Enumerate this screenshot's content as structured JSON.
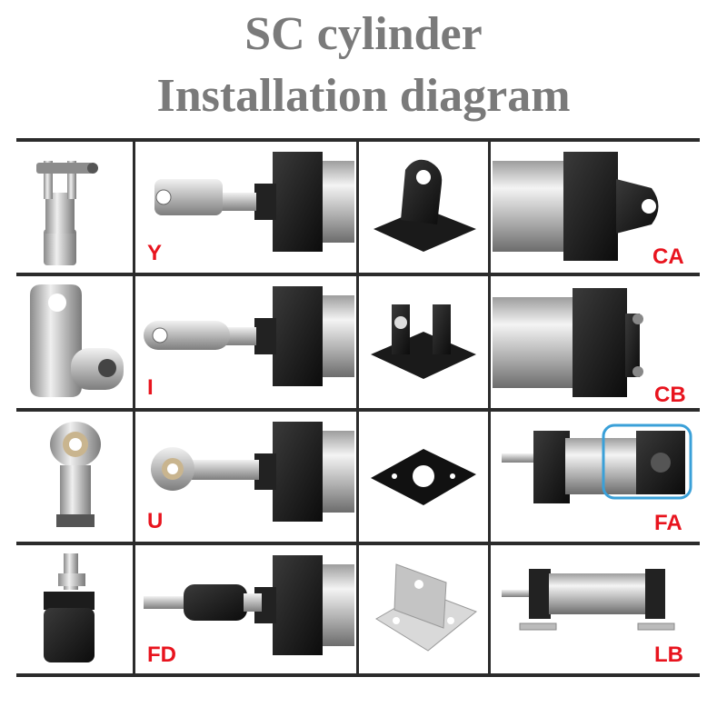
{
  "title": {
    "line1": "SC cylinder",
    "line2": "Installation diagram"
  },
  "rows": [
    {
      "rod_accessory_code": "Y",
      "mount_code": "CA"
    },
    {
      "rod_accessory_code": "I",
      "mount_code": "CB"
    },
    {
      "rod_accessory_code": "U",
      "mount_code": "FA"
    },
    {
      "rod_accessory_code": "FD",
      "mount_code": "LB"
    }
  ],
  "colors": {
    "title": "#7a7a7a",
    "code_label": "#e8141e",
    "grid_line": "#2b2b2b",
    "highlight_box": "#3aa0d8"
  }
}
